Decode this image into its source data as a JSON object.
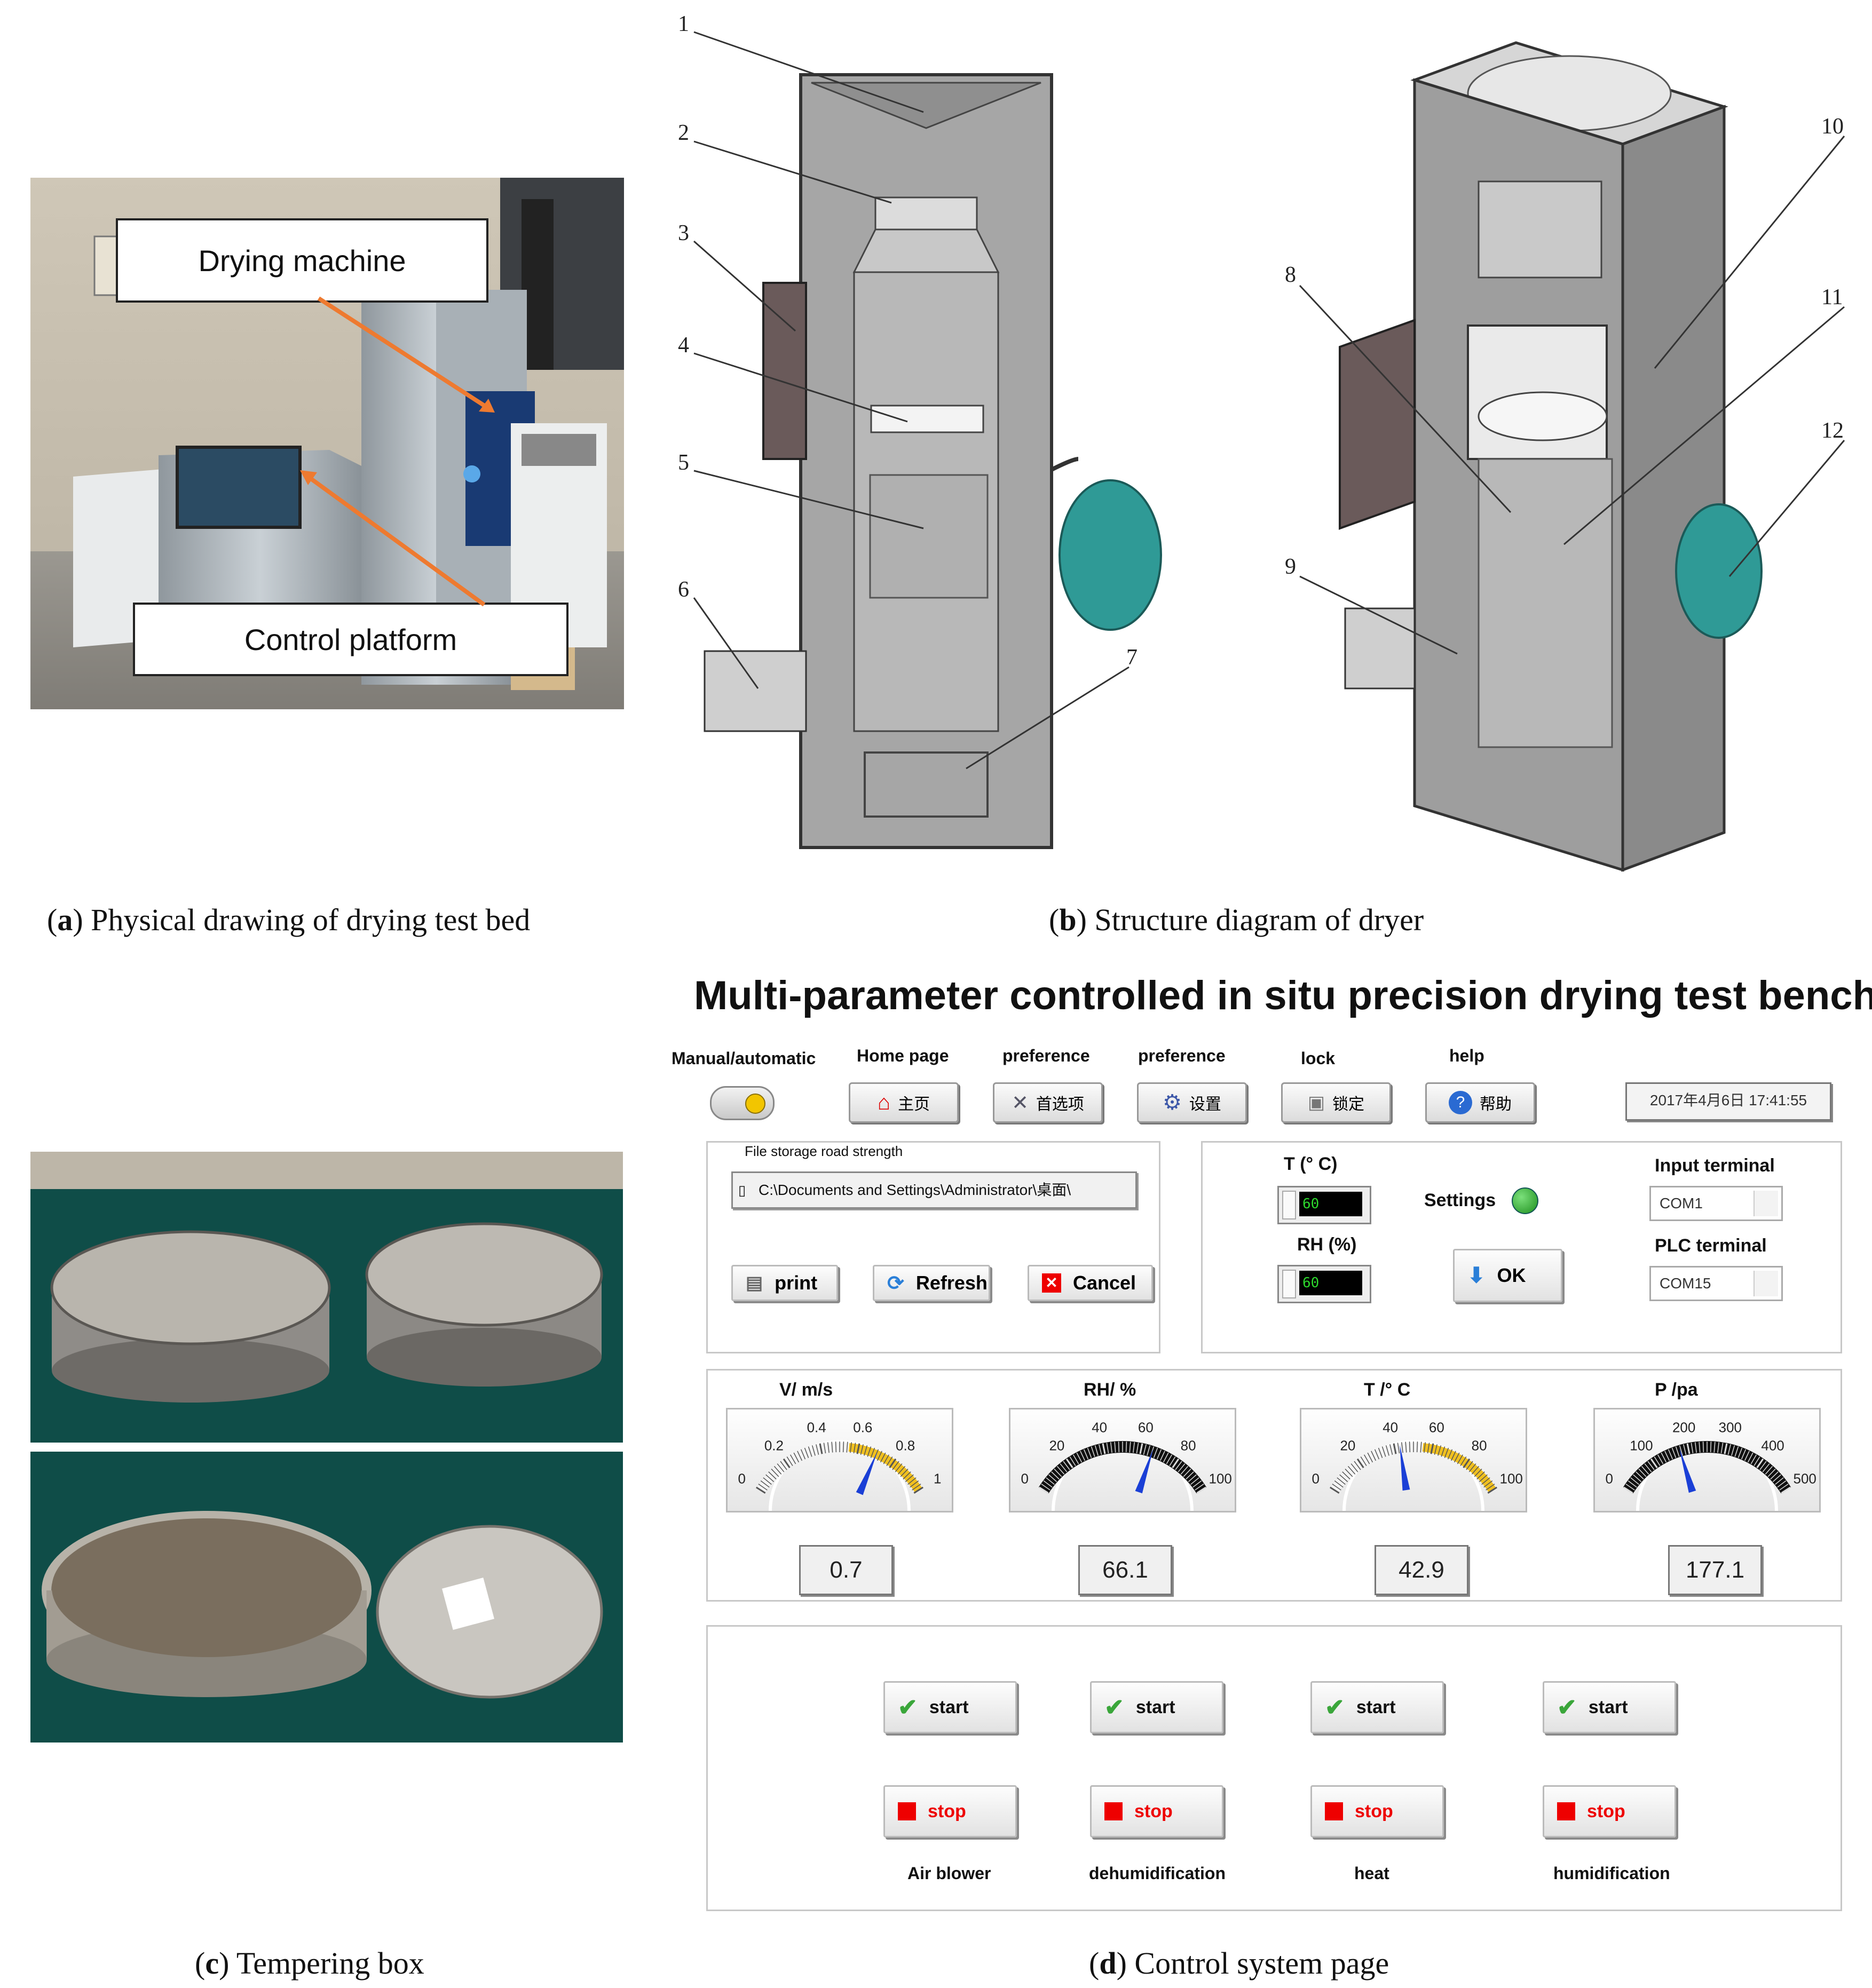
{
  "captions": {
    "a": {
      "letter": "a",
      "text": ") Physical drawing of drying test bed"
    },
    "b": {
      "letter": "b",
      "text": ") Structure diagram of dryer"
    },
    "c": {
      "letter": "c",
      "text": ") Tempering box"
    },
    "d": {
      "letter": "d",
      "text": ") Control system page"
    }
  },
  "photo_a": {
    "callout_top": "Drying machine",
    "callout_bottom": "Control platform"
  },
  "diagram_b": {
    "front_labels": [
      "1",
      "2",
      "3",
      "4",
      "5",
      "6",
      "7"
    ],
    "iso_labels": [
      "8",
      "9",
      "10",
      "11",
      "12"
    ]
  },
  "control": {
    "title": "Multi-parameter controlled in situ precision drying test bench",
    "toolbar": [
      {
        "red_label": "Manual/automatic",
        "button": ""
      },
      {
        "red_label": "Home page",
        "button": "主页"
      },
      {
        "red_label": "preference",
        "button": "首选项"
      },
      {
        "red_label": "preference",
        "button": "设置"
      },
      {
        "red_label": "lock",
        "button": "锁定"
      },
      {
        "red_label": "help",
        "button": "帮助"
      }
    ],
    "datetime": "2017年4月6日  17:41:55",
    "file_panel": {
      "legend": "File storage road strength",
      "path": "C:\\Documents and Settings\\Administrator\\桌面\\",
      "print": "print",
      "refresh": "Refresh",
      "cancel": "Cancel"
    },
    "settings_panel": {
      "t_label": "T (° C)",
      "t_value": "60",
      "rh_label": "RH (%)",
      "rh_value": "60",
      "settings": "Settings",
      "ok": "OK",
      "input_terminal": "Input terminal",
      "input_value": "COM1",
      "plc_terminal": "PLC terminal",
      "plc_value": "COM15"
    },
    "gauges": [
      {
        "label": "V/ m/s",
        "ticks": [
          "0",
          "0.2",
          "0.4",
          "0.6",
          "0.8",
          "1"
        ],
        "min": 0,
        "max": 1,
        "value": 0.7,
        "display": "0.7",
        "arc": "scale-yellow"
      },
      {
        "label": "RH/  %",
        "ticks": [
          "0",
          "20",
          "40",
          "60",
          "80",
          "100"
        ],
        "min": 0,
        "max": 100,
        "value": 66.1,
        "display": "66.1",
        "arc": "scale-black"
      },
      {
        "label": "T  /° C",
        "ticks": [
          "0",
          "20",
          "40",
          "60",
          "80",
          "100"
        ],
        "min": 0,
        "max": 100,
        "value": 42.9,
        "display": "42.9",
        "arc": "scale-yellow"
      },
      {
        "label": "P /pa",
        "ticks": [
          "0",
          "100",
          "200",
          "300",
          "400",
          "500"
        ],
        "min": 0,
        "max": 500,
        "value": 177.1,
        "display": "177.1",
        "arc": "scale-black"
      }
    ],
    "actuators": [
      {
        "start": "start",
        "stop": "stop",
        "name": "Air blower"
      },
      {
        "start": "start",
        "stop": "stop",
        "name": "dehumidification"
      },
      {
        "start": "start",
        "stop": "stop",
        "name": "heat"
      },
      {
        "start": "start",
        "stop": "stop",
        "name": "humidification"
      }
    ],
    "colors": {
      "accent_red": "#e00000",
      "indicator_green": "#22aa22",
      "needle_blue": "#1a3fd6",
      "scale_yellow": "#f0c020"
    }
  }
}
